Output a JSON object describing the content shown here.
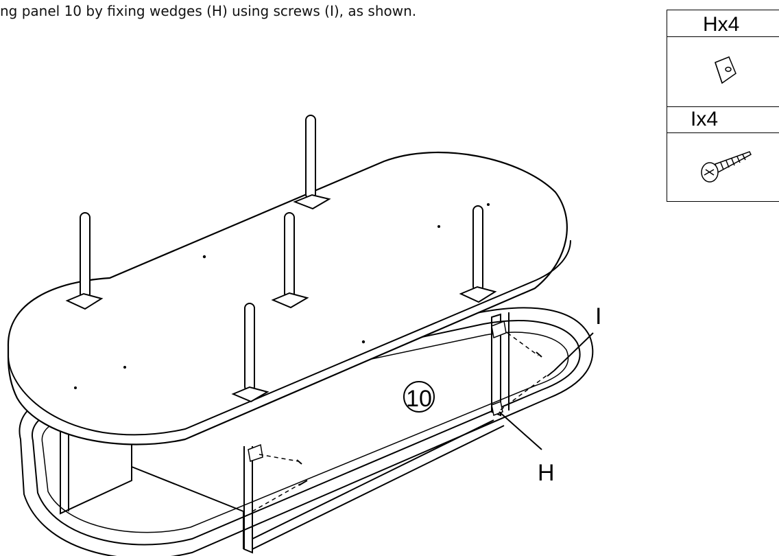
{
  "instruction": "ng panel 10 by fixing wedges (H) using screws (I), as shown.",
  "parts": [
    {
      "label": "Hx4",
      "icon": "wedge-icon"
    },
    {
      "label": "Ix4",
      "icon": "screw-icon"
    }
  ],
  "callouts": {
    "panel": "10",
    "screw": "I",
    "wedge": "H"
  }
}
